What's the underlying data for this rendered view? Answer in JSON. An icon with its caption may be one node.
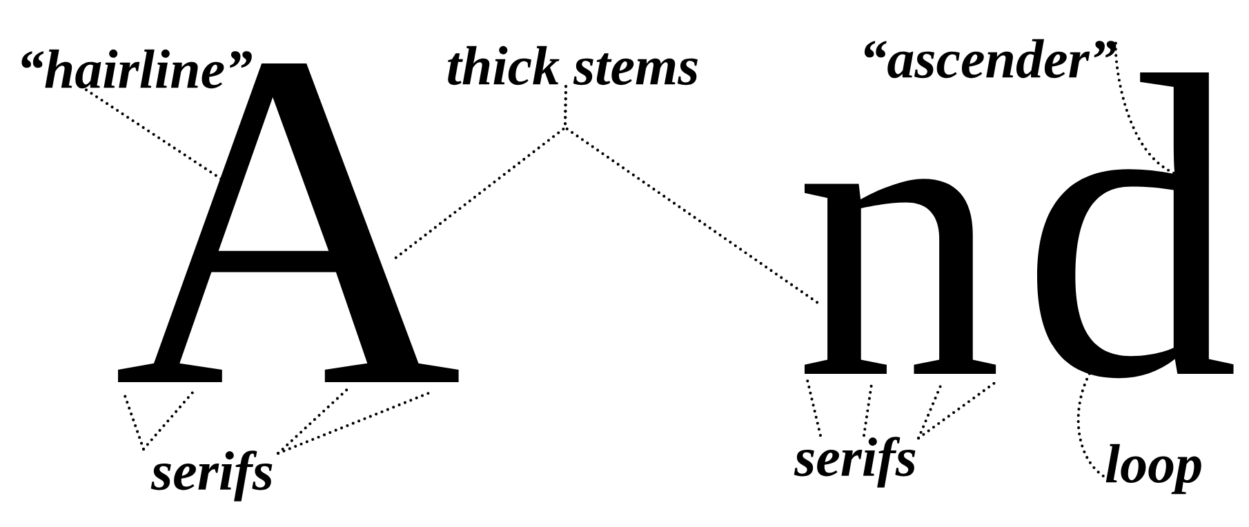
{
  "diagram": {
    "nodes": [
      {
        "text": [
          "“hairline”"
        ]
      },
      {
        "text": [
          "A"
        ]
      },
      {
        "text": [
          "thick stems"
        ]
      },
      {
        "text": [
          "“ascender”"
        ]
      },
      {
        "text": [
          "n"
        ]
      },
      {
        "text": [
          "d"
        ]
      },
      {
        "text": [
          "serifs"
        ]
      },
      {
        "text": [
          "serifs"
        ]
      },
      {
        "text": [
          "loop"
        ]
      }
    ],
    "edges": [
      {
        "from": 0,
        "to": 1,
        "arrow": "none"
      },
      {
        "from": 2,
        "to": 1,
        "arrow": "none"
      },
      {
        "from": 2,
        "to": 4,
        "arrow": "none"
      },
      {
        "from": 3,
        "to": 5,
        "arrow": "none"
      },
      {
        "from": 6,
        "to": 1,
        "arrow": "none"
      },
      {
        "from": 6,
        "to": 1,
        "arrow": "none"
      },
      {
        "from": 6,
        "to": 1,
        "arrow": "none"
      },
      {
        "from": 6,
        "to": 1,
        "arrow": "none"
      },
      {
        "from": 7,
        "to": 4,
        "arrow": "none"
      },
      {
        "from": 7,
        "to": 4,
        "arrow": "none"
      },
      {
        "from": 7,
        "to": 4,
        "arrow": "none"
      },
      {
        "from": 7,
        "to": 4,
        "arrow": "none"
      },
      {
        "from": 8,
        "to": 5,
        "arrow": "none"
      }
    ]
  }
}
